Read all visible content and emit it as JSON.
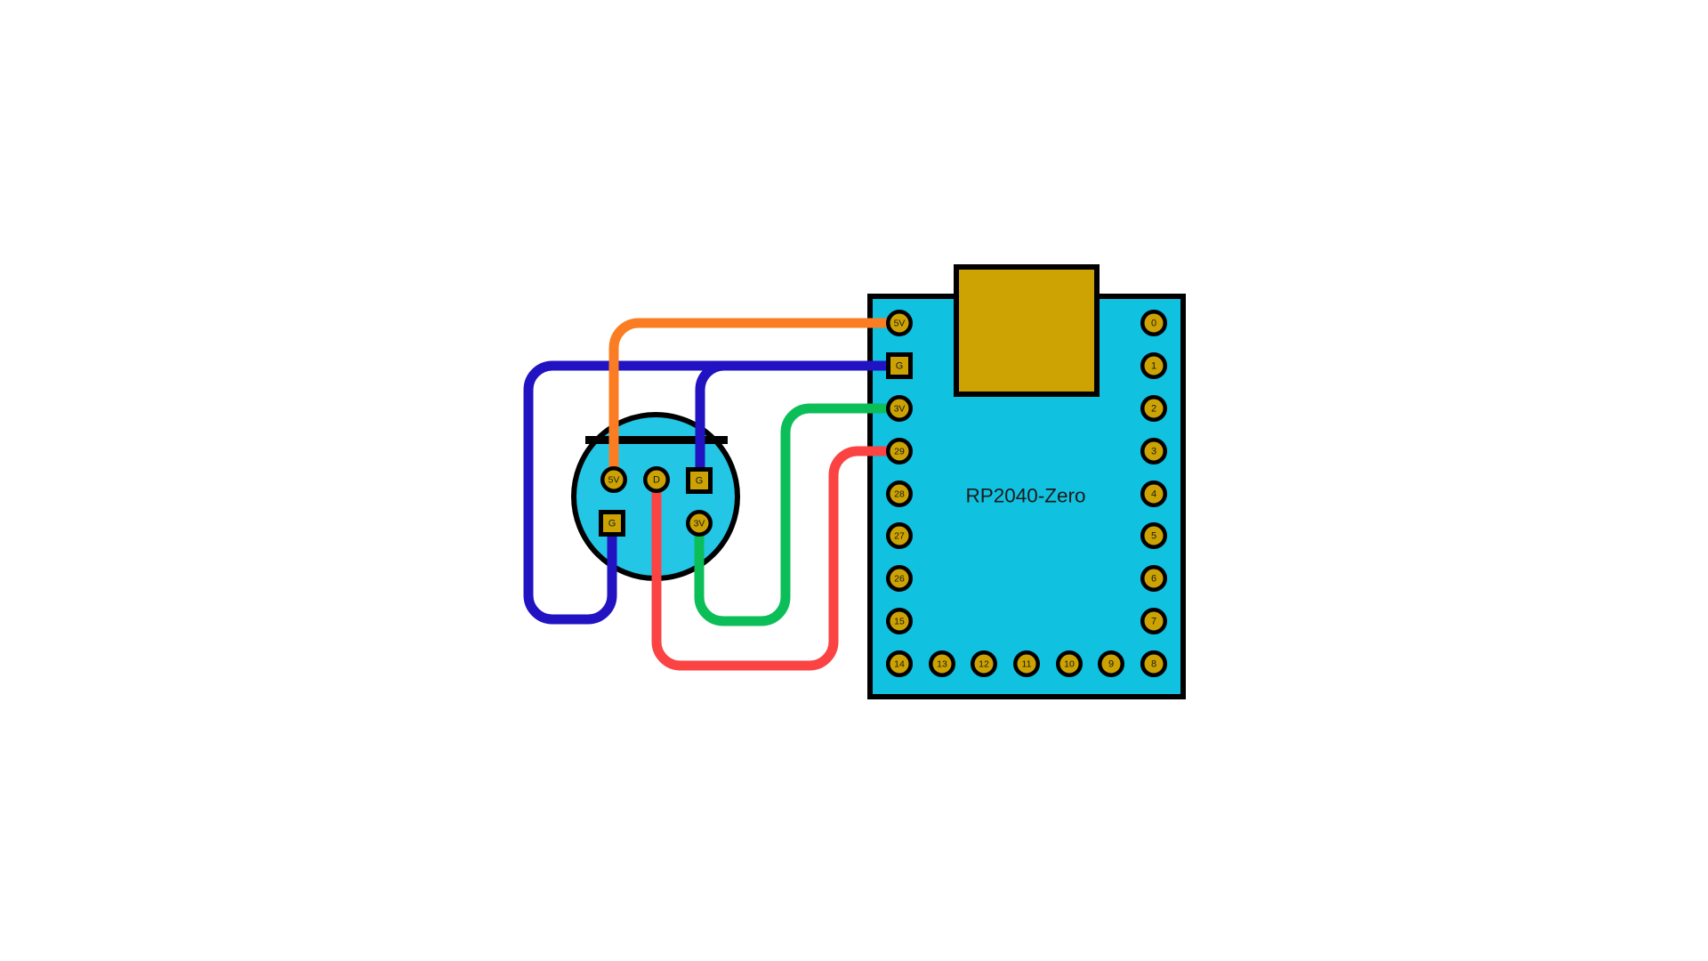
{
  "board": {
    "label": "RP2040-Zero",
    "left_pins": [
      {
        "label": "5V",
        "shape": "circle"
      },
      {
        "label": "G",
        "shape": "square"
      },
      {
        "label": "3V",
        "shape": "circle"
      },
      {
        "label": "29",
        "shape": "circle"
      },
      {
        "label": "28",
        "shape": "circle"
      },
      {
        "label": "27",
        "shape": "circle"
      },
      {
        "label": "26",
        "shape": "circle"
      },
      {
        "label": "15",
        "shape": "circle"
      },
      {
        "label": "14",
        "shape": "circle"
      }
    ],
    "right_pins": [
      {
        "label": "0",
        "shape": "circle"
      },
      {
        "label": "1",
        "shape": "circle"
      },
      {
        "label": "2",
        "shape": "circle"
      },
      {
        "label": "3",
        "shape": "circle"
      },
      {
        "label": "4",
        "shape": "circle"
      },
      {
        "label": "5",
        "shape": "circle"
      },
      {
        "label": "6",
        "shape": "circle"
      },
      {
        "label": "7",
        "shape": "circle"
      },
      {
        "label": "8",
        "shape": "circle"
      }
    ],
    "bottom_pins": [
      {
        "label": "14",
        "shape": "circle"
      },
      {
        "label": "13",
        "shape": "circle"
      },
      {
        "label": "12",
        "shape": "circle"
      },
      {
        "label": "11",
        "shape": "circle"
      },
      {
        "label": "10",
        "shape": "circle"
      },
      {
        "label": "9",
        "shape": "circle"
      },
      {
        "label": "8",
        "shape": "circle"
      }
    ]
  },
  "sensor": {
    "pins": [
      {
        "label": "5V",
        "shape": "circle"
      },
      {
        "label": "D",
        "shape": "circle"
      },
      {
        "label": "G",
        "shape": "square"
      },
      {
        "label": "G",
        "shape": "square"
      },
      {
        "label": "3V",
        "shape": "circle"
      }
    ]
  },
  "wires": [
    {
      "id": "wire-gnd-long",
      "color": "blue",
      "from": "board G",
      "to": "sensor G bottom-left"
    },
    {
      "id": "wire-gnd-short",
      "color": "blue",
      "from": "board G",
      "to": "sensor G top-right"
    },
    {
      "id": "wire-5v",
      "color": "orange",
      "from": "sensor 5V",
      "to": "board 5V"
    },
    {
      "id": "wire-3v",
      "color": "green",
      "from": "sensor 3V",
      "to": "board 3V"
    },
    {
      "id": "wire-data",
      "color": "red",
      "from": "sensor D",
      "to": "board 29"
    }
  ],
  "colors": {
    "orange": "#fb7d23",
    "blue": "#2213c2",
    "green": "#0cbe58",
    "red": "#fb4343",
    "board_body": "#10c1e0",
    "sensor_body": "#24c6e6",
    "pin_gold": "#cca303",
    "outline": "#000000",
    "label_text": "#1a1a1a"
  }
}
